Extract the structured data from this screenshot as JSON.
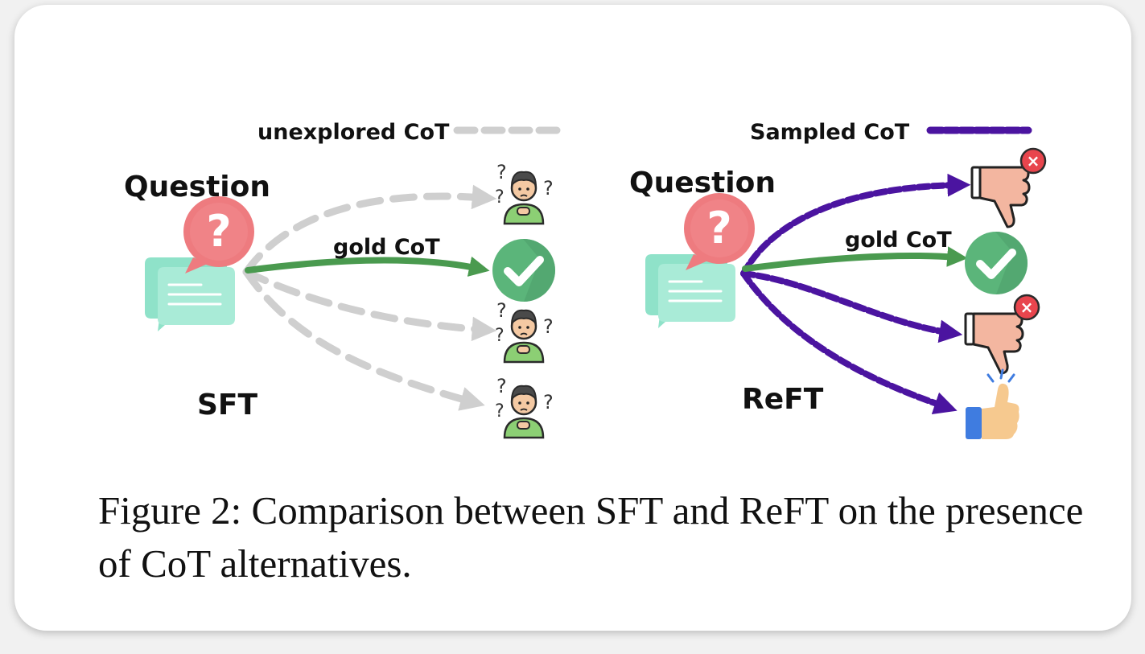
{
  "sft": {
    "panel_label": "SFT",
    "question_label": "Question",
    "legend_label": "unexplored CoT",
    "gold_label": "gold CoT"
  },
  "reft": {
    "panel_label": "ReFT",
    "question_label": "Question",
    "legend_label": "Sampled CoT",
    "gold_label": "gold CoT"
  },
  "icons": {
    "question": "?",
    "confused": "?",
    "wrong": "×"
  },
  "colors": {
    "gold_arrow": "#4a9a4f",
    "unexplored_arrow": "#cfcfcf",
    "sampled_arrow": "#4b14a0",
    "check_green": "#5bb57a",
    "question_bubble": "#ee7b7f",
    "chat_bubble": "#8fe2c9"
  },
  "caption": "Figure 2: Comparison between SFT and ReFT on the presence of CoT alternatives."
}
